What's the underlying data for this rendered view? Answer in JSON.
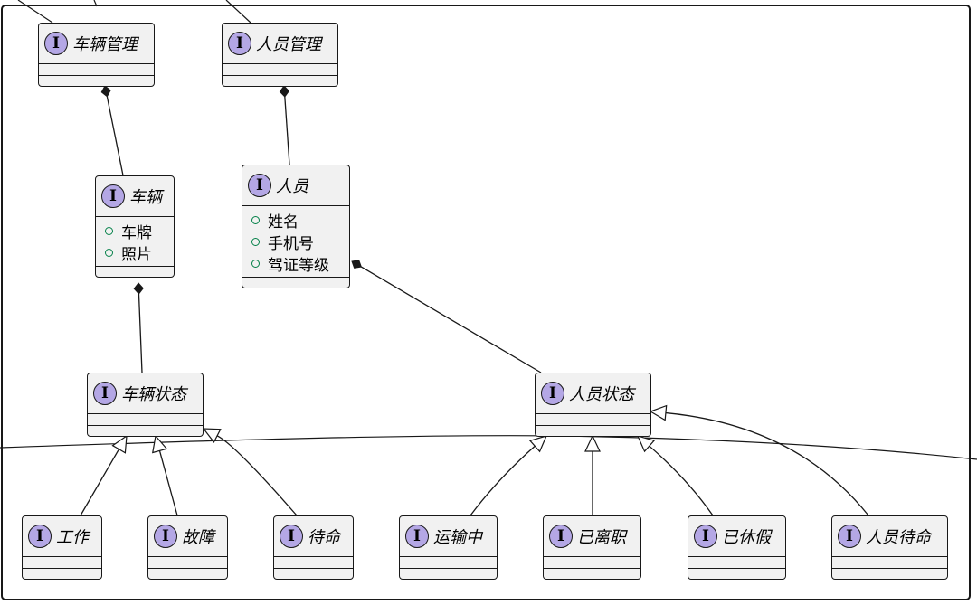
{
  "diagram": {
    "type": "uml-class-diagram",
    "style": {
      "class_fill": "#f1f1f1",
      "class_border": "#181818",
      "interface_badge_fill": "#b4a7e5",
      "field_visibility_color": "#038048",
      "line_color": "#181818"
    },
    "classes": [
      {
        "id": "vehicle-mgmt",
        "stereotype": "I",
        "name": "车辆管理",
        "fields": []
      },
      {
        "id": "person-mgmt",
        "stereotype": "I",
        "name": "人员管理",
        "fields": []
      },
      {
        "id": "vehicle",
        "stereotype": "I",
        "name": "车辆",
        "fields": [
          "车牌",
          "照片"
        ]
      },
      {
        "id": "person",
        "stereotype": "I",
        "name": "人员",
        "fields": [
          "姓名",
          "手机号",
          "驾证等级"
        ]
      },
      {
        "id": "vehicle-status",
        "stereotype": "I",
        "name": "车辆状态",
        "fields": []
      },
      {
        "id": "person-status",
        "stereotype": "I",
        "name": "人员状态",
        "fields": []
      },
      {
        "id": "working",
        "stereotype": "I",
        "name": "工作",
        "fields": []
      },
      {
        "id": "fault",
        "stereotype": "I",
        "name": "故障",
        "fields": []
      },
      {
        "id": "standby",
        "stereotype": "I",
        "name": "待命",
        "fields": []
      },
      {
        "id": "in-transit",
        "stereotype": "I",
        "name": "运输中",
        "fields": []
      },
      {
        "id": "resigned",
        "stereotype": "I",
        "name": "已离职",
        "fields": []
      },
      {
        "id": "on-leave",
        "stereotype": "I",
        "name": "已休假",
        "fields": []
      },
      {
        "id": "person-standby",
        "stereotype": "I",
        "name": "人员待命",
        "fields": []
      }
    ],
    "relations": [
      {
        "type": "composition",
        "from": "vehicle-mgmt",
        "to": "vehicle"
      },
      {
        "type": "composition",
        "from": "person-mgmt",
        "to": "person"
      },
      {
        "type": "composition",
        "from": "vehicle",
        "to": "vehicle-status"
      },
      {
        "type": "composition",
        "from": "person",
        "to": "person-status"
      },
      {
        "type": "generalization",
        "from": "working",
        "to": "vehicle-status"
      },
      {
        "type": "generalization",
        "from": "fault",
        "to": "vehicle-status"
      },
      {
        "type": "generalization",
        "from": "standby",
        "to": "vehicle-status"
      },
      {
        "type": "generalization",
        "from": "in-transit",
        "to": "person-status"
      },
      {
        "type": "generalization",
        "from": "resigned",
        "to": "person-status"
      },
      {
        "type": "generalization",
        "from": "on-leave",
        "to": "person-status"
      },
      {
        "type": "generalization",
        "from": "person-standby",
        "to": "person-status"
      }
    ]
  }
}
